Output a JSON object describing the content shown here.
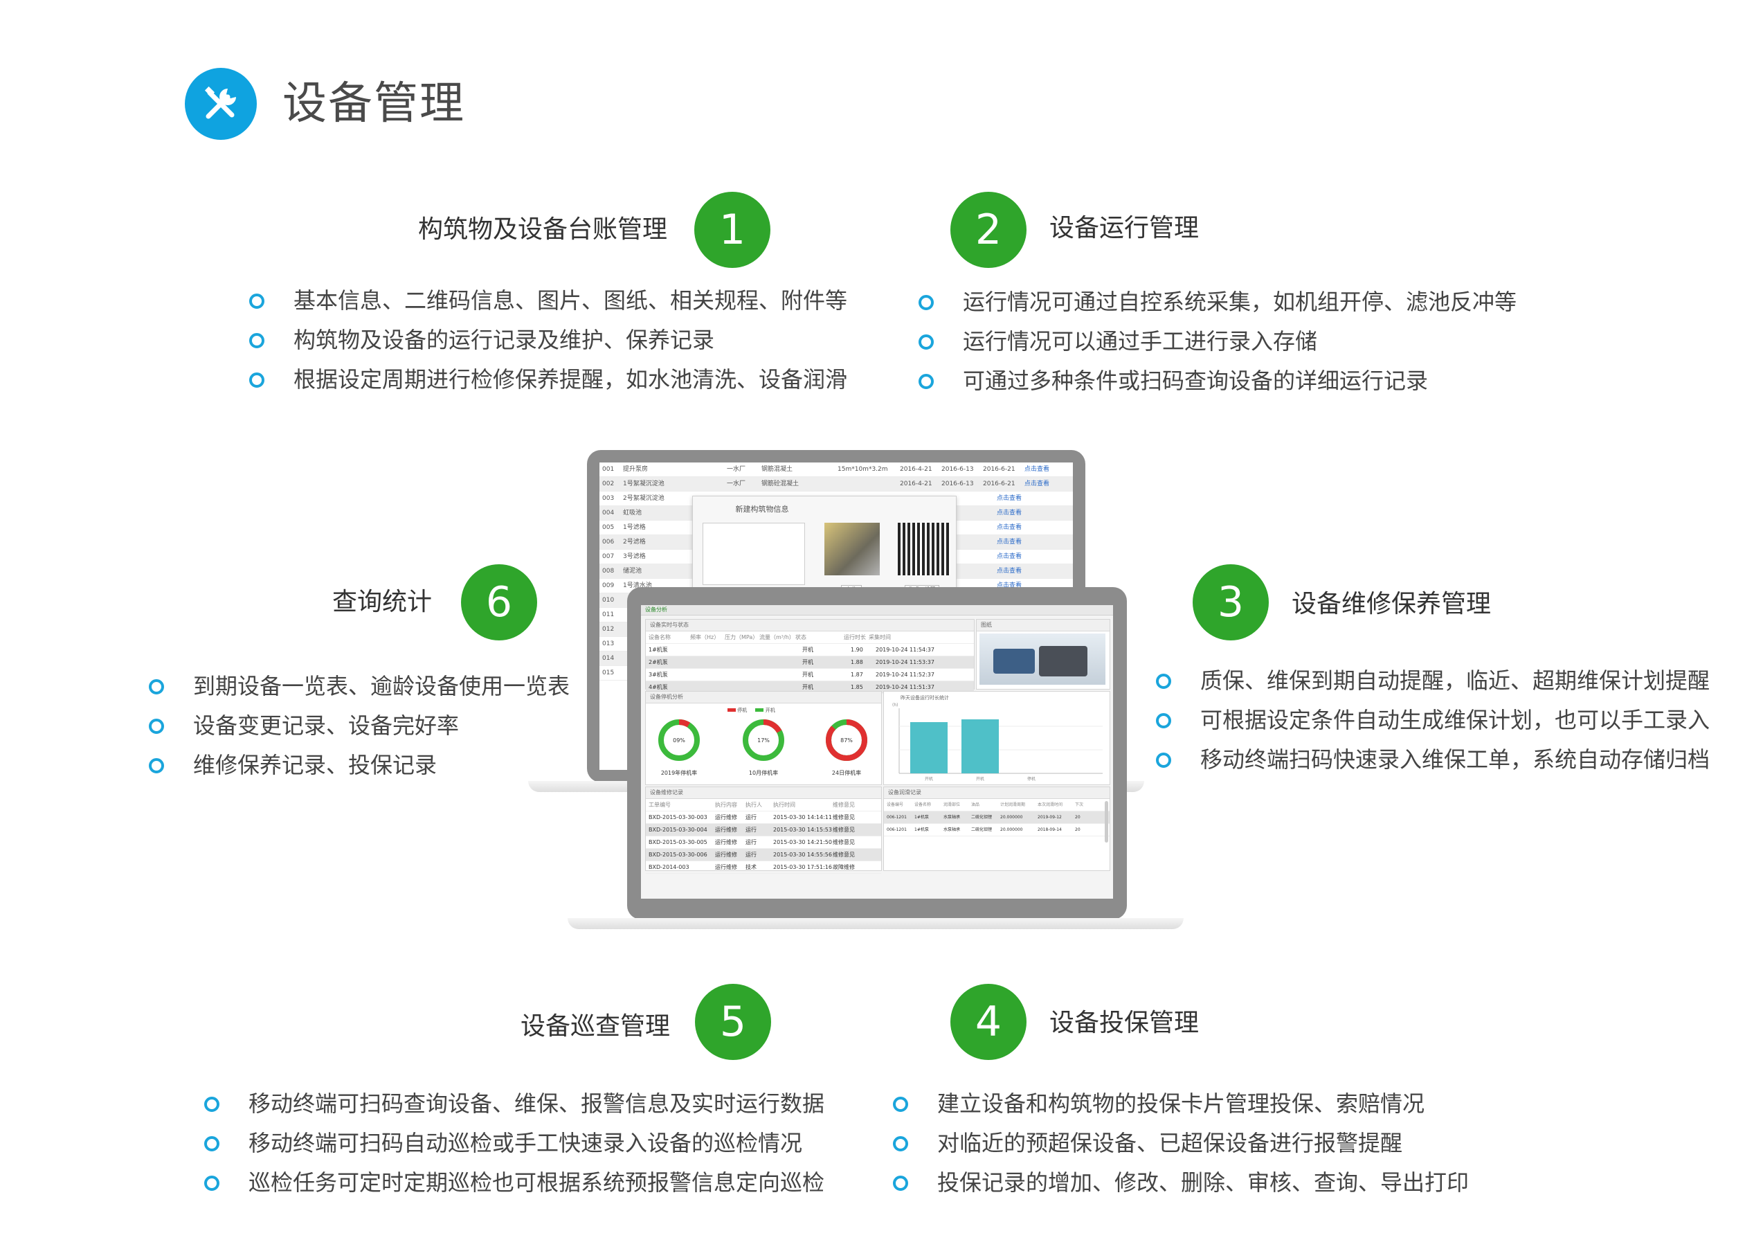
{
  "header": {
    "title": "设备管理",
    "icon": "tools-icon",
    "accent": "#0fa3e0"
  },
  "colors": {
    "badge": "#2fa52b",
    "bullet": "#1aa5dc"
  },
  "sections": {
    "s1": {
      "number": "1",
      "title": "构筑物及设备台账管理",
      "items": [
        "基本信息、二维码信息、图片、图纸、相关规程、附件等",
        "构筑物及设备的运行记录及维护、保养记录",
        "根据设定周期进行检修保养提醒，如水池清洗、设备润滑"
      ]
    },
    "s2": {
      "number": "2",
      "title": "设备运行管理",
      "items": [
        "运行情况可通过自控系统采集，如机组开停、滤池反冲等",
        "运行情况可以通过手工进行录入存储",
        "可通过多种条件或扫码查询设备的详细运行记录"
      ]
    },
    "s3": {
      "number": "3",
      "title": "设备维修保养管理",
      "items": [
        "质保、维保到期自动提醒，临近、超期维保计划提醒",
        "可根据设定条件自动生成维保计划，也可以手工录入",
        "移动终端扫码快速录入维保工单，系统自动存储归档"
      ]
    },
    "s4": {
      "number": "4",
      "title": "设备投保管理",
      "items": [
        "建立设备和构筑物的投保卡片管理投保、索赔情况",
        "对临近的预超保设备、已超保设备进行报警提醒",
        "投保记录的增加、修改、删除、审核、查询、导出打印"
      ]
    },
    "s5": {
      "number": "5",
      "title": "设备巡查管理",
      "items": [
        "移动终端可扫码查询设备、维保、报警信息及实时运行数据",
        "移动终端可扫码自动巡检或手工快速录入设备的巡检情况",
        "巡检任务可定时定期巡检也可根据系统预报警信息定向巡检"
      ]
    },
    "s6": {
      "number": "6",
      "title": "查询统计",
      "items": [
        "到期设备一览表、逾龄设备使用一览表",
        "设备变更记录、设备完好率",
        "维修保养记录、投保记录"
      ]
    }
  },
  "back_screen": {
    "dialog_title": "新建构筑物信息",
    "rows": [
      {
        "id": "001",
        "name": "提升泵房",
        "plant": "一水厂",
        "type": "钢筋混凝土",
        "size": "15m*10m*3.2m",
        "d1": "2016-4-21",
        "d2": "2016-6-13",
        "d3": "2016-6-21",
        "link": "点击查看"
      },
      {
        "id": "002",
        "name": "1号絮凝沉淀池",
        "plant": "一水厂",
        "type": "钢筋砼混凝土",
        "size": "",
        "d1": "2016-4-21",
        "d2": "2016-6-13",
        "d3": "2016-6-21",
        "link": "点击查看"
      },
      {
        "id": "003",
        "name": "2号絮凝沉淀池",
        "plant": "",
        "type": "",
        "size": "",
        "d1": "",
        "d2": "",
        "d3": "",
        "link": "点击查看"
      },
      {
        "id": "004",
        "name": "虹吸池",
        "plant": "",
        "type": "",
        "size": "",
        "d1": "",
        "d2": "",
        "d3": "",
        "link": "点击查看"
      },
      {
        "id": "005",
        "name": "1号滤格",
        "plant": "",
        "type": "",
        "size": "",
        "d1": "",
        "d2": "",
        "d3": "",
        "link": "点击查看"
      },
      {
        "id": "006",
        "name": "2号滤格",
        "plant": "",
        "type": "",
        "size": "",
        "d1": "",
        "d2": "",
        "d3": "",
        "link": "点击查看"
      },
      {
        "id": "007",
        "name": "3号滤格",
        "plant": "",
        "type": "",
        "size": "",
        "d1": "",
        "d2": "",
        "d3": "",
        "link": "点击查看"
      },
      {
        "id": "008",
        "name": "储泥池",
        "plant": "",
        "type": "",
        "size": "",
        "d1": "",
        "d2": "",
        "d3": "",
        "link": "点击查看"
      },
      {
        "id": "009",
        "name": "1号清水池",
        "plant": "",
        "type": "",
        "size": "",
        "d1": "",
        "d2": "",
        "d3": "",
        "link": "点击查看"
      }
    ],
    "side_ids": [
      "010",
      "011",
      "012",
      "013",
      "014",
      "015"
    ],
    "buttons": [
      "上传",
      "生成二维码"
    ]
  },
  "front_screen": {
    "tab": "设备分析",
    "realtime_panel": "设备实时与状态",
    "realtime_headers": [
      "设备名称",
      "频率（Hz）",
      "压力（MPa）",
      "流量（m³/h）",
      "状态",
      "运行时长",
      "采集时间"
    ],
    "realtime_rows": [
      {
        "name": "1#机泵",
        "state": "开机",
        "hours": "1.90",
        "time": "2019-10-24 11:54:37"
      },
      {
        "name": "2#机泵",
        "state": "开机",
        "hours": "1.88",
        "time": "2019-10-24 11:53:37"
      },
      {
        "name": "3#机泵",
        "state": "开机",
        "hours": "1.87",
        "time": "2019-10-24 11:52:37"
      },
      {
        "name": "4#机泵",
        "state": "开机",
        "hours": "1.85",
        "time": "2019-10-24 11:51:37"
      }
    ],
    "image_panel": "图纸",
    "stop_panel": "设备停机分析",
    "legend": [
      "停机",
      "开机"
    ],
    "donuts": [
      {
        "label": "2019年停机率",
        "value": "09%"
      },
      {
        "label": "10月停机率",
        "value": "17%"
      },
      {
        "label": "24日停机率",
        "value": "87%"
      }
    ],
    "bar_panel": "昨天设备运行时长统计",
    "bar_ylabel": "(h)",
    "bar_categories": [
      "开机",
      "开机",
      "停机"
    ],
    "repair_panel": "设备维修记录",
    "repair_headers": [
      "工单编号",
      "执行内容",
      "执行人",
      "执行时间",
      "维修意见"
    ],
    "repair_rows": [
      [
        "BXD-2015-03-30-003",
        "运行维修",
        "运行",
        "2015-03-30 14:14:11",
        "维修意见"
      ],
      [
        "BXD-2015-03-30-004",
        "运行维修",
        "运行",
        "2015-03-30 14:15:53",
        "维修意见"
      ],
      [
        "BXD-2015-03-30-005",
        "运行维修",
        "运行",
        "2015-03-30 14:21:50",
        "维修意见"
      ],
      [
        "BXD-2015-03-30-006",
        "运行维修",
        "运行",
        "2015-03-30 14:55:56",
        "维修意见"
      ],
      [
        "BXD-2014-003",
        "运行维修",
        "技术",
        "2015-03-30 17:51:16",
        "故障维修"
      ]
    ],
    "lube_panel": "设备润滑记录",
    "lube_headers": [
      "设备编号",
      "设备名称",
      "润滑部位",
      "油品",
      "计划润滑周期",
      "本次润滑时间",
      "下次"
    ],
    "lube_rows": [
      [
        "006-1201",
        "1#机泵",
        "水泵轴承",
        "二硫化钼锂",
        "20.000000",
        "2019-09-12",
        "20"
      ],
      [
        "006-1201",
        "1#机泵",
        "水泵轴承",
        "二硫化钼锂",
        "20.000000",
        "2018-09-14",
        "20"
      ]
    ]
  }
}
